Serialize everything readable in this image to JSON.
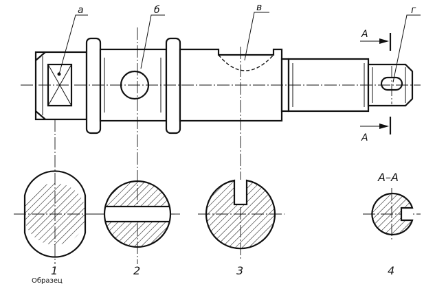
{
  "features": {
    "a": "а",
    "b": "б",
    "v": "в",
    "g": "г"
  },
  "section_mark": "А",
  "section_title": "А–А",
  "sections": [
    "1",
    "2",
    "3",
    "4"
  ],
  "caption": "Образец"
}
